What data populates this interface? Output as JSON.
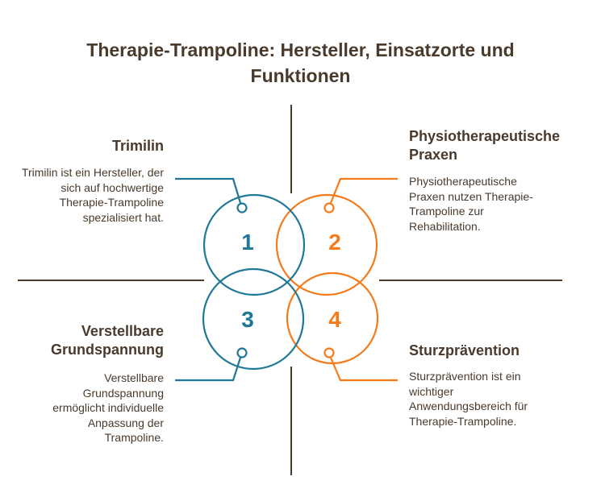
{
  "title": "Therapie-Trampoline: Hersteller, Einsatzorte und Funktionen",
  "colors": {
    "teal": "#1f7896",
    "orange": "#f57a1a",
    "divider": "#4a3a2c"
  },
  "items": [
    {
      "number": "1",
      "heading": "Trimilin",
      "text": "Trimilin ist ein Hersteller, der sich auf hochwertige Therapie-Trampoline spezialisiert hat."
    },
    {
      "number": "2",
      "heading": "Physiotherapeutische Praxen",
      "text": "Physiotherapeutische Praxen nutzen Therapie-Trampoline zur Rehabilitation."
    },
    {
      "number": "3",
      "heading": "Verstellbare Grundspannung",
      "text": "Verstellbare Grundspannung ermöglicht individuelle Anpassung der Trampoline."
    },
    {
      "number": "4",
      "heading": "Sturzprävention",
      "text": "Sturzprävention ist ein wichtiger Anwendungsbereich für Therapie-Trampoline."
    }
  ]
}
